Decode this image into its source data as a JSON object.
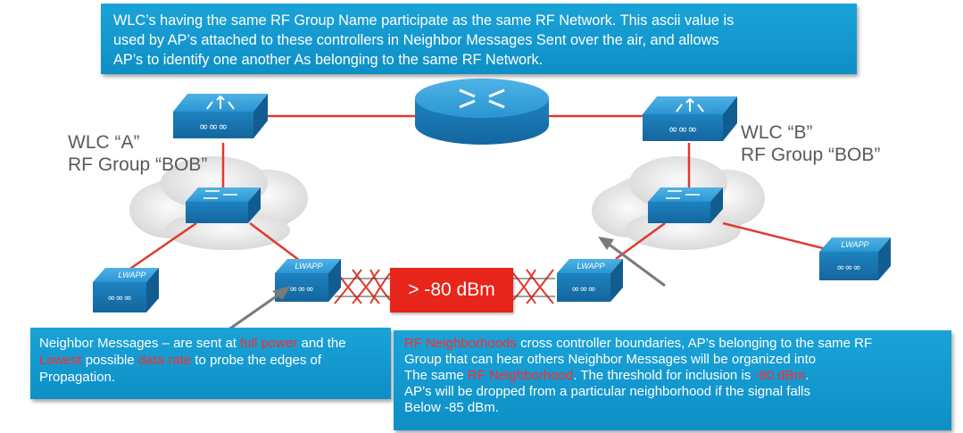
{
  "top_callout": {
    "line1": "WLC’s having the same RF Group Name participate as the same RF Network.  This ascii value is",
    "line2": "used by AP’s attached to these controllers in Neighbor Messages Sent over the air, and allows",
    "line3": "AP’s to identify one another As belonging to the same RF Network."
  },
  "wlc_a": {
    "line1": "WLC “A”",
    "line2": "RF Group “BOB”"
  },
  "wlc_b": {
    "line1": "WLC “B”",
    "line2": "RF Group “BOB”"
  },
  "ap_label": "LWAPP",
  "signal_label": "> -80 dBm",
  "bottom_left_callout": {
    "p1": "Neighbor Messages – are sent at ",
    "hl1": "full power",
    "p2": " and the",
    "hl2": "Lowest",
    "p3": " possible ",
    "hl3": "data rate",
    "p4": " to probe the edges of",
    "p5": "Propagation."
  },
  "bottom_right_callout": {
    "hl1": "RF Neighborhoods",
    "p1": " cross controller boundaries, AP’s belonging to the same RF",
    "p2": "Group that can hear others Neighbor Messages will be organized into",
    "p3": "The same ",
    "hl2": "RF Neighborhood",
    "p4": ".  The threshold for inclusion is ",
    "hl3": "-80 dBm",
    "p5": ".",
    "p6": "AP’s will be dropped from a particular neighborhood if the signal falls",
    "p7": "Below -85 dBm."
  },
  "colors": {
    "callout_blue": "#1aa3d8",
    "device_blue": "#1e88c5",
    "link_red": "#e03a2f",
    "highlight_red": "#ff2a2a",
    "signal_box": "#e8251a"
  },
  "icons": [
    "router-icon",
    "controller-icon",
    "switch-icon",
    "access-point-icon",
    "cloud-icon",
    "arrow-icon"
  ]
}
